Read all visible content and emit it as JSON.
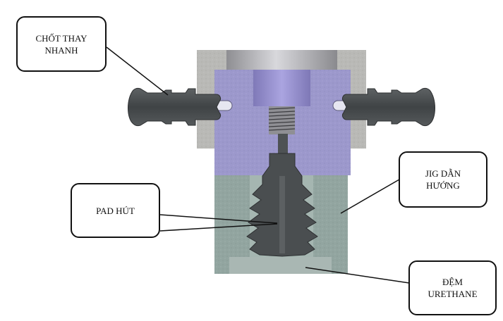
{
  "callouts": {
    "quick_pin": {
      "line1": "CHỐT THAY",
      "line2": "NHANH"
    },
    "guide_jig": {
      "line1": "JIG DẪN",
      "line2": "HƯỚNG"
    },
    "suction_pad": {
      "line1": "PAD HÚT"
    },
    "urethane_pad": {
      "line1": "ĐỆM",
      "line2": "URETHANE"
    }
  },
  "colors": {
    "top_housing": "#b9b9b6",
    "clamp_block": "#9c98cc",
    "guide_jig": "#92a5a0",
    "rod": "#c5c5c8",
    "piston": "#9f99d6",
    "dark_parts": "#4e5254",
    "outline": "#111111"
  }
}
